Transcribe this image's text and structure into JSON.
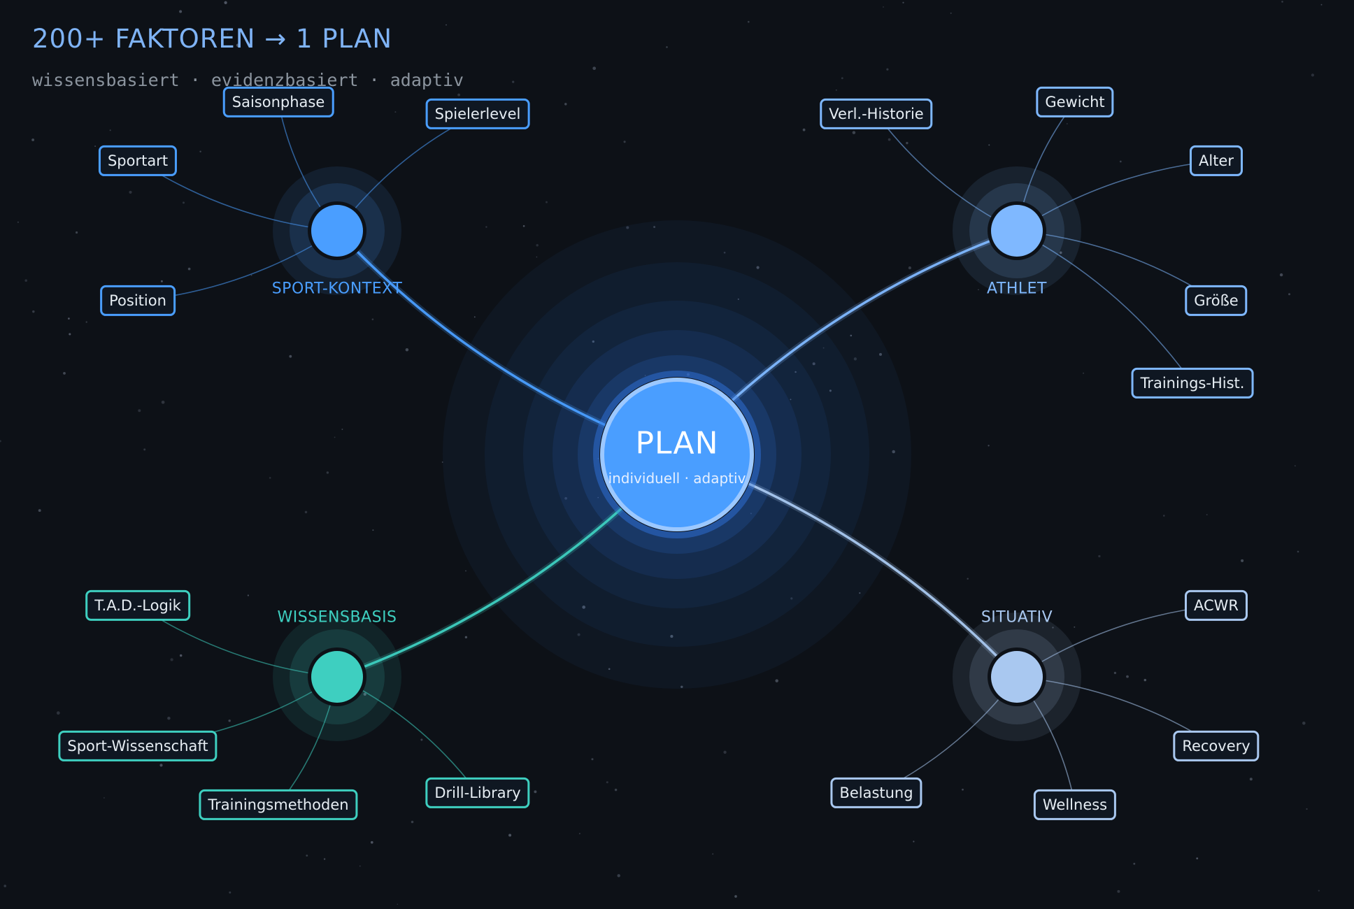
{
  "header": {
    "title": "200+ FAKTOREN  →  1 PLAN",
    "subtitle": "wissensbasiert · evidenzbasiert · adaptiv"
  },
  "center": {
    "title": "PLAN",
    "subtitle": "individuell · adaptiv",
    "color": "#4a9eff"
  },
  "clusters": [
    {
      "id": "sport",
      "label": "SPORT-KONTEXT",
      "color": "#4a9eff",
      "items": [
        "Sportart",
        "Saisonphase",
        "Spielerlevel",
        "Position"
      ]
    },
    {
      "id": "athlet",
      "label": "ATHLET",
      "color": "#7fb8ff",
      "items": [
        "Verl.-Historie",
        "Gewicht",
        "Alter",
        "Größe",
        "Trainings-Hist."
      ]
    },
    {
      "id": "wissen",
      "label": "WISSENSBASIS",
      "color": "#3ecfc0",
      "items": [
        "T.A.D.-Logik",
        "Sport-Wissenschaft",
        "Trainingsmethoden",
        "Drill-Library"
      ]
    },
    {
      "id": "situativ",
      "label": "SITUATIV",
      "color": "#a9c8f0",
      "items": [
        "ACWR",
        "Recovery",
        "Wellness",
        "Belastung"
      ]
    }
  ]
}
